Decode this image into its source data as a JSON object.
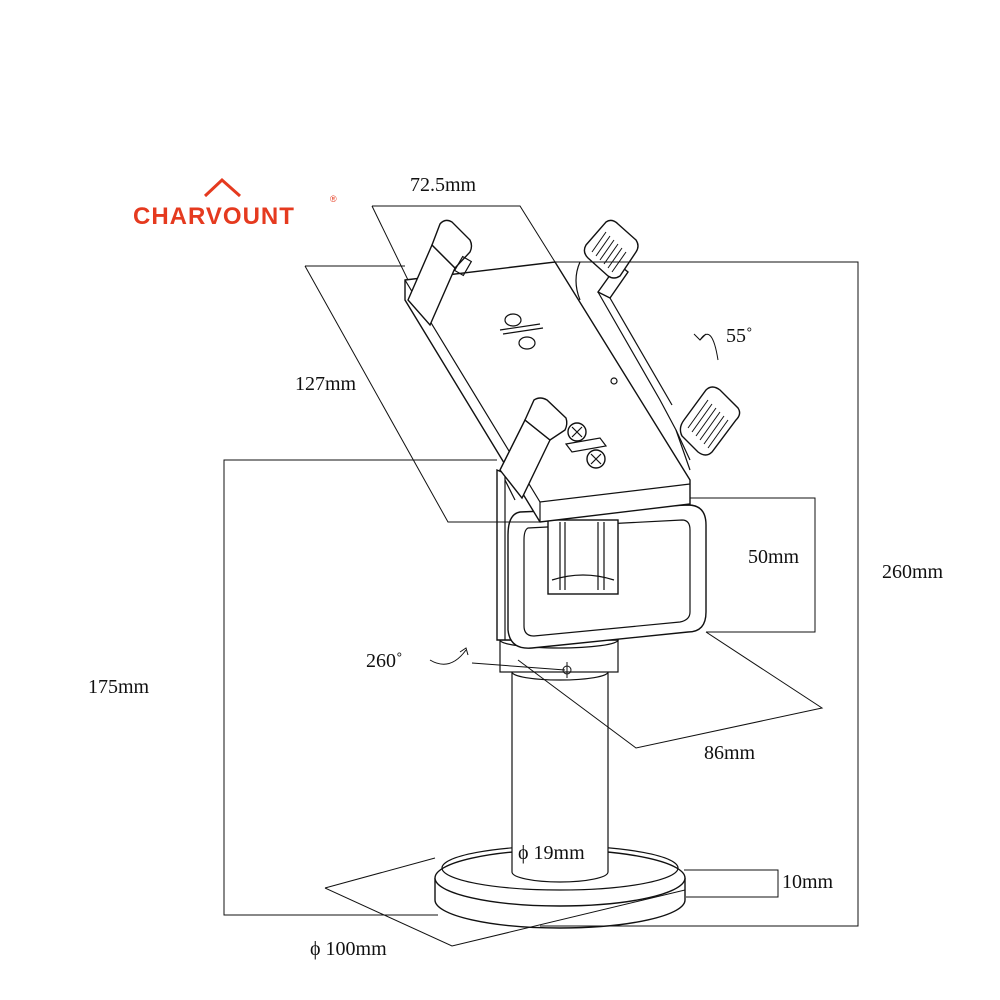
{
  "brand": {
    "name": "CHARVOUNT",
    "registered_mark": "®",
    "color": "#e53a1f"
  },
  "dimensions": {
    "holder_width": "72.5mm",
    "holder_height": "127mm",
    "tilt_angle": "55˚",
    "clamp_depth": "50mm",
    "total_height": "260mm",
    "pole_height": "175mm",
    "rotation_angle": "260˚",
    "clamp_width": "86mm",
    "pole_diameter": "ϕ 19mm",
    "base_thickness": "10mm",
    "base_diameter": "ϕ 100mm"
  },
  "colors": {
    "line": "#111111",
    "background": "#ffffff"
  }
}
